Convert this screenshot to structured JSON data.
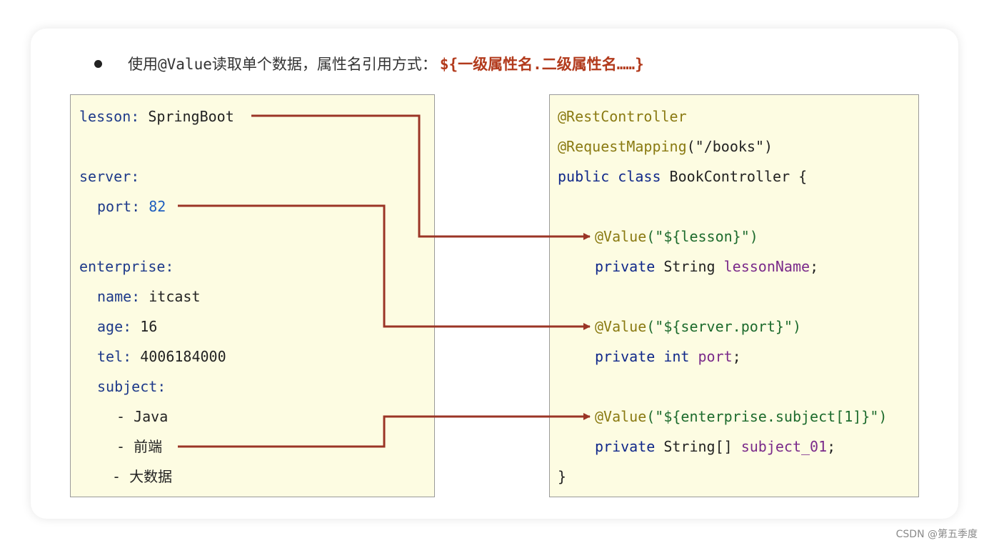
{
  "header": {
    "text": "使用@Value读取单个数据，属性名引用方式：",
    "syntax": "${一级属性名.二级属性名……}"
  },
  "yaml": {
    "lesson_key": "lesson:",
    "lesson_val": "SpringBoot",
    "server_key": "server:",
    "port_key": "port:",
    "port_val": "82",
    "enterprise_key": "enterprise:",
    "name_key": "name:",
    "name_val": "itcast",
    "age_key": "age:",
    "age_val": "16",
    "tel_key": "tel:",
    "tel_val": "4006184000",
    "subject_key": "subject:",
    "subject_items": [
      "- Java",
      "- 前端",
      "- 大数据"
    ]
  },
  "code": {
    "ann_rest": "@RestController",
    "ann_mapping": "@RequestMapping",
    "mapping_arg": "(\"/books\")",
    "class_kw": "public class",
    "class_name": "BookController {",
    "value1_ann": "@Value",
    "value1_arg": "(\"${lesson}\")",
    "field1_kw": "private",
    "field1_type": "String",
    "field1_name": "lessonName",
    "value2_ann": "@Value",
    "value2_arg": "(\"${server.port}\")",
    "field2_kw": "private int",
    "field2_name": "port",
    "value3_ann": "@Value",
    "value3_arg": "(\"${enterprise.subject[1]}\")",
    "field3_kw": "private",
    "field3_type": "String[]",
    "field3_name": "subject_01",
    "semicolon": ";",
    "close_brace": "}"
  },
  "watermark": "CSDN @第五季度",
  "colors": {
    "arrow": "#9b3526",
    "panel_bg": "#fdfce2",
    "syntax_highlight": "#b23a1c"
  }
}
